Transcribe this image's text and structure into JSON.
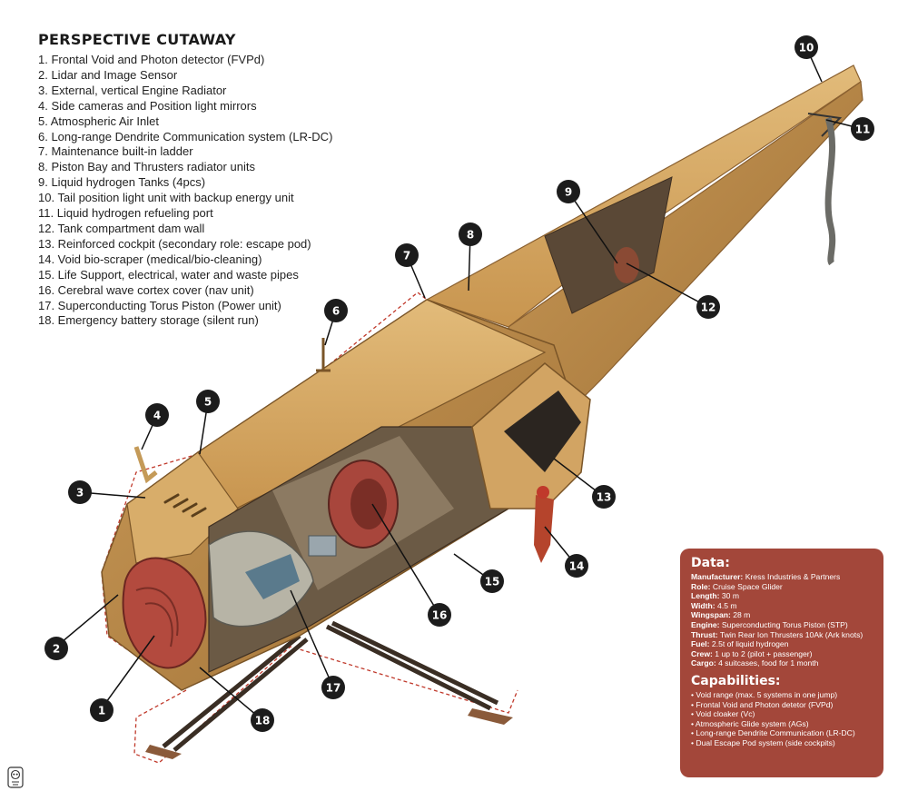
{
  "title": "PERSPECTIVE CUTAWAY",
  "legend": [
    "1. Frontal Void and Photon detector (FVPd)",
    "2. Lidar and Image Sensor",
    "3. External, vertical Engine Radiator",
    "4. Side cameras and Position light mirrors",
    "5. Atmospheric Air Inlet",
    "6. Long-range Dendrite Communication system (LR-DC)",
    "7. Maintenance built-in ladder",
    "8. Piston Bay and Thrusters radiator units",
    "9. Liquid hydrogen Tanks (4pcs)",
    "10. Tail position light unit with backup energy unit",
    "11.  Liquid hydrogen refueling port",
    "12. Tank compartment dam wall",
    "13. Reinforced cockpit (secondary role: escape pod)",
    "14. Void bio-scraper (medical/bio-cleaning)",
    "15. Life Support, electrical, water and waste pipes",
    "16. Cerebral wave cortex cover (nav unit)",
    "17. Superconducting Torus Piston (Power unit)",
    "18. Emergency battery storage (silent run)"
  ],
  "callouts": [
    "1",
    "2",
    "3",
    "4",
    "5",
    "6",
    "7",
    "8",
    "9",
    "10",
    "11",
    "12",
    "13",
    "14",
    "15",
    "16",
    "17",
    "18"
  ],
  "data_panel": {
    "heading": "Data:",
    "specs": [
      {
        "label": "Manufacturer:",
        "value": "Kress Industries & Partners"
      },
      {
        "label": "Role:",
        "value": "Cruise Space Glider"
      },
      {
        "label": "Length:",
        "value": "30 m"
      },
      {
        "label": "Width:",
        "value": "4.5 m"
      },
      {
        "label": "Wingspan:",
        "value": "28 m"
      },
      {
        "label": "Engine:",
        "value": "Superconducting Torus Piston (STP)"
      },
      {
        "label": "Thrust:",
        "value": "Twin Rear Ion Thrusters 10Ak (Ark knots)"
      },
      {
        "label": "Fuel:",
        "value": "2.5t of liquid hydrogen"
      },
      {
        "label": "Crew:",
        "value": "1 up to 2 (pilot + passenger)"
      },
      {
        "label": "Cargo:",
        "value": "4 suitcases, food for 1 month"
      }
    ],
    "capabilities_heading": "Capabilities:",
    "capabilities": [
      "Void range (max. 5 systems in one jump)",
      "Frontal Void and Photon detetor (FVPd)",
      "Void cloaker (Vc)",
      "Atmospheric Glide system (AGs)",
      "Long-range Dendrite Communication (LR-DC)",
      "Dual Escape Pod system (side cockpits)"
    ]
  },
  "colors": {
    "hull": "#d4a661",
    "hull_dark": "#a97a3c",
    "interior": "#6b5a45",
    "cortex": "#a8463c",
    "callout": "#1c1c1c",
    "dashed": "#c0392b",
    "panel": "#a3473a"
  },
  "icons": {
    "badge": "skull-seal-icon"
  }
}
